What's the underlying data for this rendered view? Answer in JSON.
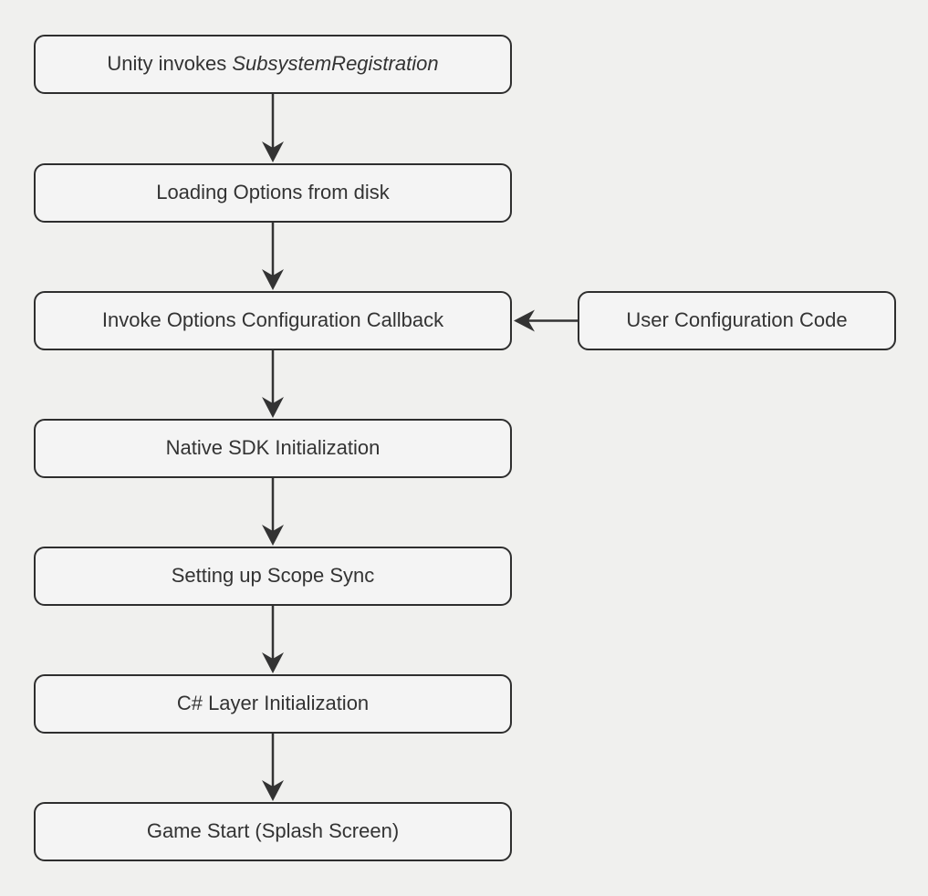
{
  "diagram": {
    "type": "flowchart",
    "description": "Unity SDK initialization flow",
    "colors": {
      "background": "#f0f0ee",
      "node_fill": "#f4f4f4",
      "node_border": "#2e2e2e",
      "arrow": "#333333",
      "text": "#333333"
    },
    "nodes": [
      {
        "text": "Unity invokes ",
        "text_italic": "SubsystemRegistration"
      },
      {
        "text": "Loading Options from disk"
      },
      {
        "text": "Invoke Options Configuration Callback"
      },
      {
        "text": "Native SDK Initialization"
      },
      {
        "text": "Setting up Scope Sync"
      },
      {
        "text": "C# Layer Initialization"
      },
      {
        "text": "Game Start (Splash Screen)"
      }
    ],
    "side_node": {
      "text": "User Configuration Code"
    },
    "edges": [
      {
        "from": "Unity invokes SubsystemRegistration",
        "to": "Loading Options from disk",
        "direction": "down"
      },
      {
        "from": "Loading Options from disk",
        "to": "Invoke Options Configuration Callback",
        "direction": "down"
      },
      {
        "from": "Invoke Options Configuration Callback",
        "to": "Native SDK Initialization",
        "direction": "down"
      },
      {
        "from": "Native SDK Initialization",
        "to": "Setting up Scope Sync",
        "direction": "down"
      },
      {
        "from": "Setting up Scope Sync",
        "to": "C# Layer Initialization",
        "direction": "down"
      },
      {
        "from": "C# Layer Initialization",
        "to": "Game Start (Splash Screen)",
        "direction": "down"
      },
      {
        "from": "User Configuration Code",
        "to": "Invoke Options Configuration Callback",
        "direction": "left"
      }
    ]
  }
}
